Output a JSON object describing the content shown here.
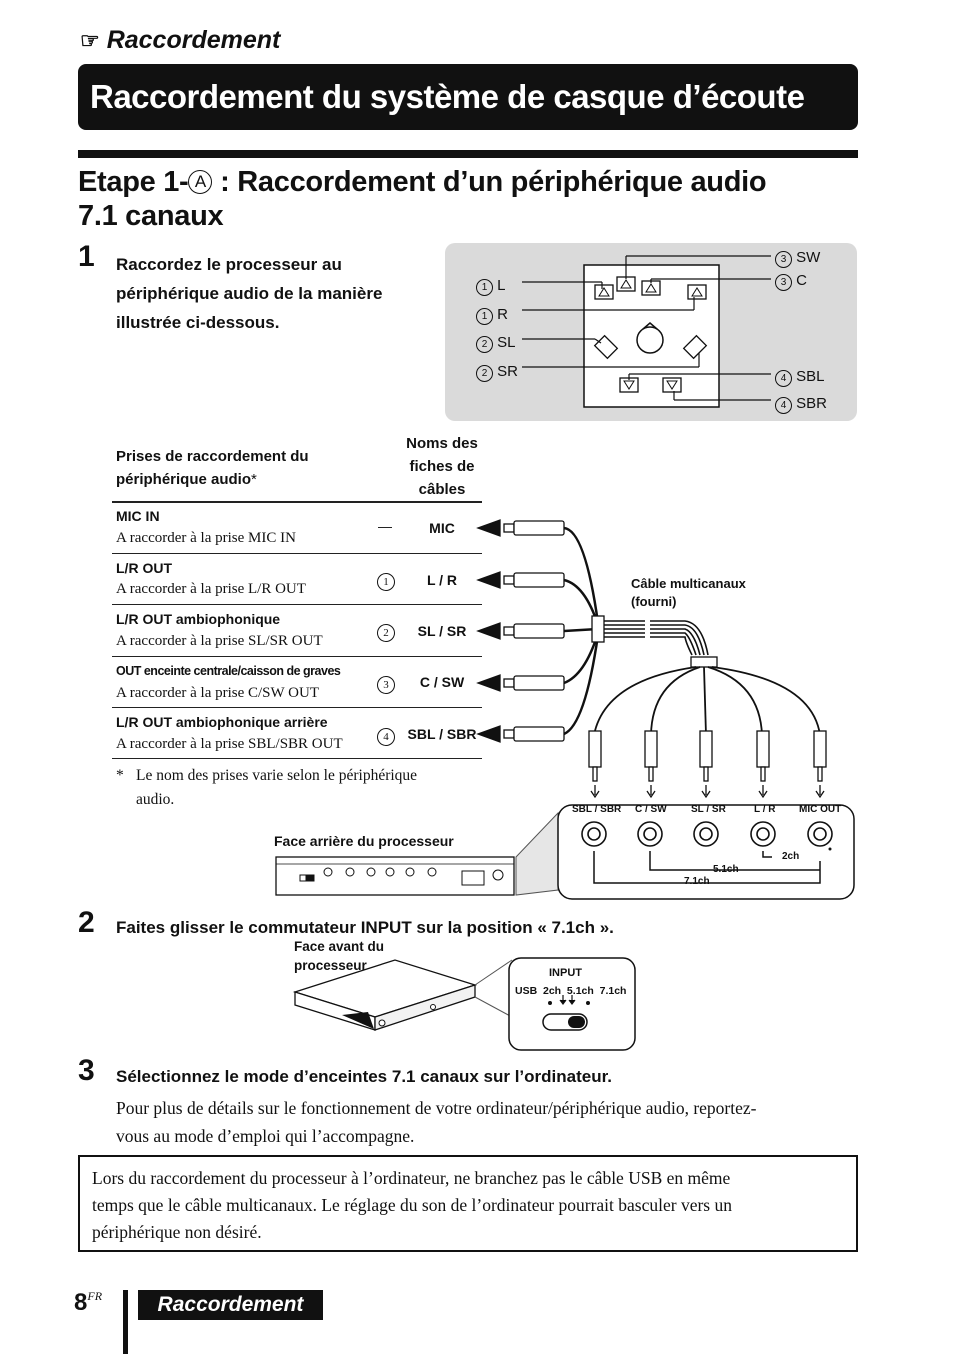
{
  "header": {
    "section_icon": "hand-pointing-icon",
    "section_label": "Raccordement",
    "banner_title": "Raccordement du système de casque d’écoute"
  },
  "step_heading": {
    "prefix": "Etape 1-",
    "circled_letter": "A",
    "rest_line1": " : Raccordement d’un périphérique audio",
    "line2": "7.1 canaux"
  },
  "step1": {
    "number": "1",
    "text_lines": [
      "Raccordez le processeur au",
      "périphérique audio de la manière",
      "illustrée ci-dessous."
    ]
  },
  "speaker_diagram": {
    "left_labels": [
      {
        "num": "1",
        "text": "L"
      },
      {
        "num": "1",
        "text": "R"
      },
      {
        "num": "2",
        "text": "SL"
      },
      {
        "num": "2",
        "text": "SR"
      }
    ],
    "right_labels": [
      {
        "num": "3",
        "text": "SW"
      },
      {
        "num": "3",
        "text": "C"
      },
      {
        "num": "4",
        "text": "SBL"
      },
      {
        "num": "4",
        "text": "SBR"
      }
    ]
  },
  "table": {
    "col1_header_line1": "Prises de raccordement du",
    "col1_header_line2": "périphérique audio",
    "col1_header_star": "*",
    "col2_header_lines": [
      "Noms des",
      "fiches de",
      "câbles"
    ],
    "rows": [
      {
        "title": "MIC IN",
        "desc": "A raccorder à la prise MIC IN",
        "num": "—",
        "plug": "MIC"
      },
      {
        "title": "L/R OUT",
        "desc": "A raccorder à la prise L/R OUT",
        "num": "1",
        "plug": "L / R"
      },
      {
        "title": "L/R OUT ambiophonique",
        "desc": "A raccorder à la prise SL/SR OUT",
        "num": "2",
        "plug": "SL / SR"
      },
      {
        "title": "OUT enceinte centrale/caisson de graves",
        "desc": "A raccorder à la prise C/SW OUT",
        "num": "3",
        "plug": "C / SW"
      },
      {
        "title": "L/R OUT ambiophonique arrière",
        "desc": "A raccorder à la prise SBL/SBR OUT",
        "num": "4",
        "plug": "SBL / SBR"
      }
    ],
    "footnote_star": "*",
    "footnote_lines": [
      "Le nom des prises varie selon le périphérique",
      "audio."
    ]
  },
  "cable_label_lines": [
    "Câble multicanaux",
    "(fourni)"
  ],
  "processor_rear_label": "Face arrière du processeur",
  "jacks": {
    "labels": [
      "SBL / SBR",
      "C / SW",
      "SL / SR",
      "L / R",
      "MIC OUT"
    ],
    "bracket_2ch": "2ch",
    "bracket_51": "5.1ch",
    "bracket_71": "7.1ch"
  },
  "step2": {
    "number": "2",
    "text": "Faites glisser le commutateur INPUT sur la position « 7.1ch ».",
    "front_label_lines": [
      "Face avant du",
      "processeur"
    ],
    "input_title": "INPUT",
    "input_options": "USB  2ch  5.1ch  7.1ch"
  },
  "step3": {
    "number": "3",
    "title": "Sélectionnez le mode d’enceintes 7.1 canaux sur l’ordinateur.",
    "body_lines": [
      "Pour plus de détails sur le fonctionnement de votre ordinateur/périphérique audio, reportez-",
      "vous au mode d’emploi qui l’accompagne."
    ]
  },
  "note": {
    "lines": [
      "Lors du raccordement du processeur à l’ordinateur, ne branchez pas le câble USB en même",
      "temps que le câble multicanaux. Le réglage du son de l’ordinateur pourrait basculer vers un",
      "périphérique non désiré."
    ]
  },
  "footer": {
    "page_number": "8",
    "page_suffix": "FR",
    "tag": "Raccordement"
  }
}
